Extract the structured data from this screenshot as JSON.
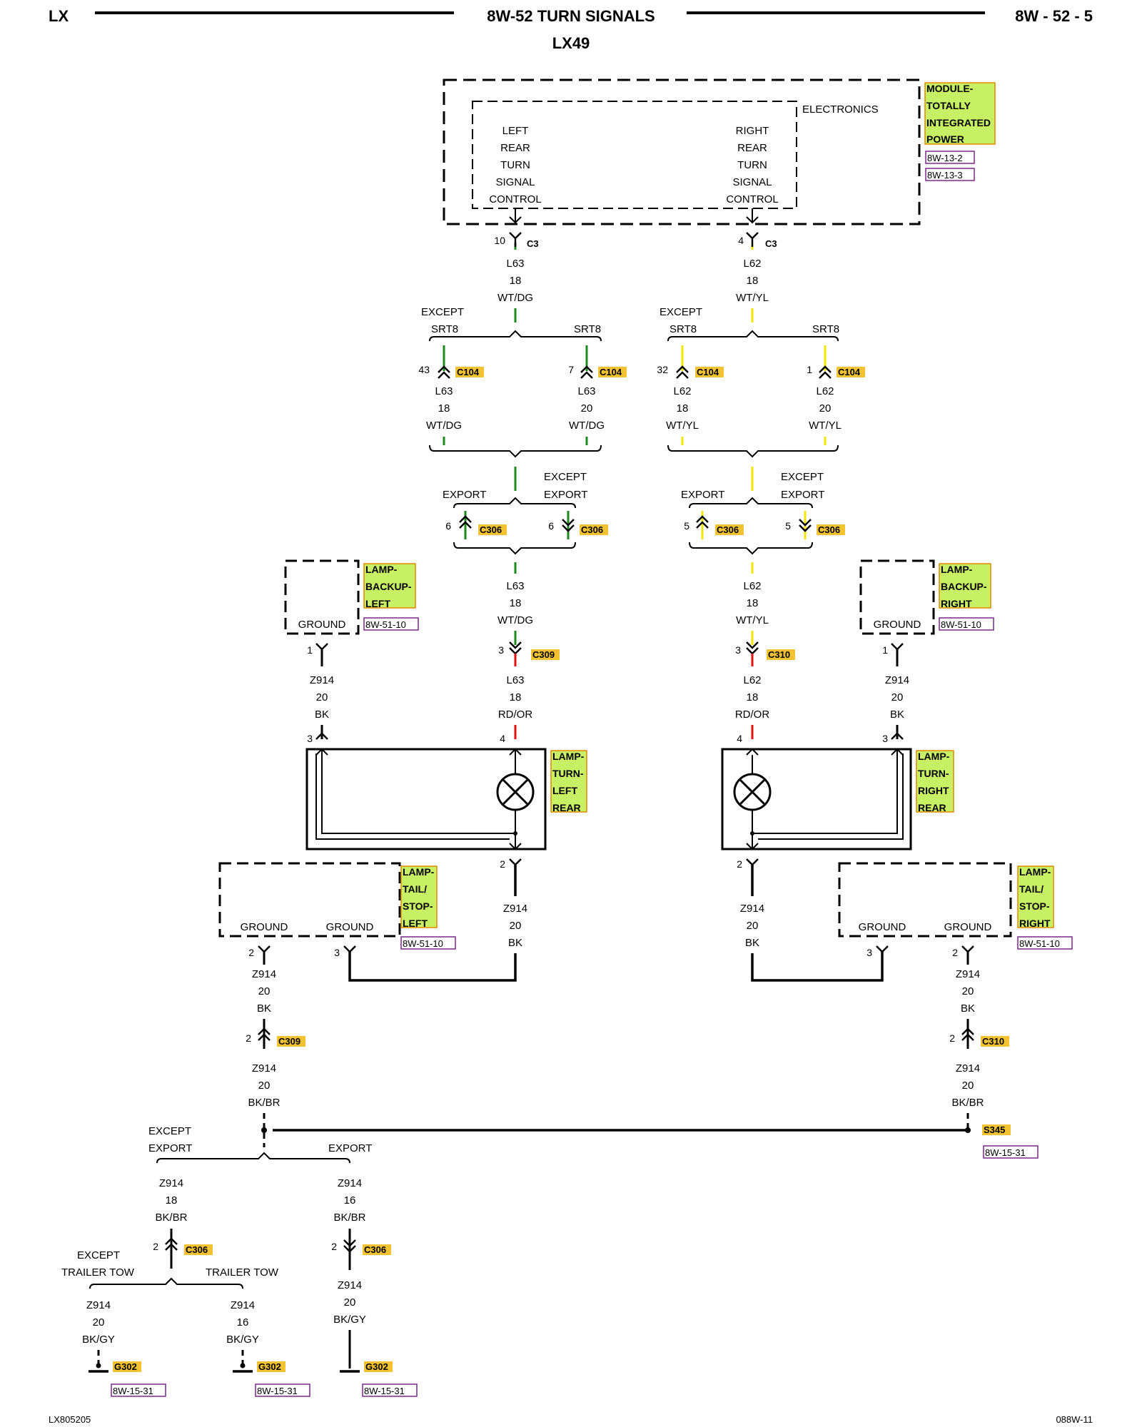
{
  "header": {
    "left": "LX",
    "title": "8W-52 TURN SIGNALS",
    "subtitle": "LX49",
    "page": "8W - 52 - 5"
  },
  "module": {
    "electronics": "ELECTRONICS",
    "left_control": [
      "LEFT",
      "REAR",
      "TURN",
      "SIGNAL",
      "CONTROL"
    ],
    "right_control": [
      "RIGHT",
      "REAR",
      "TURN",
      "SIGNAL",
      "CONTROL"
    ],
    "tag": [
      "MODULE-",
      "TOTALLY",
      "INTEGRATED",
      "POWER"
    ],
    "refs": [
      "8W-13-2",
      "8W-13-3"
    ]
  },
  "left_chain": {
    "pin_c3": "10",
    "c3": "C3",
    "w1": [
      "L63",
      "18",
      "WT/DG"
    ],
    "except": "EXCEPT",
    "srt8a": "SRT8",
    "srt8b": "SRT8",
    "pin_a": "43",
    "pin_b": "7",
    "c104a": "C104",
    "c104b": "C104",
    "wa": [
      "L63",
      "18",
      "WT/DG"
    ],
    "wb": [
      "L63",
      "20",
      "WT/DG"
    ],
    "export": "EXPORT",
    "except_export": [
      "EXCEPT",
      "EXPORT"
    ],
    "pin_e1": "6",
    "pin_e2": "6",
    "c306a": "C306",
    "c306b": "C306",
    "w2": [
      "L63",
      "18",
      "WT/DG"
    ],
    "pin_c309": "3",
    "c309": "C309",
    "w3": [
      "L63",
      "18",
      "RD/OR"
    ],
    "lamp_pin_in": "4",
    "lamp_pin_out": "2",
    "w4": [
      "Z914",
      "20",
      "BK"
    ]
  },
  "right_chain": {
    "pin_c3": "4",
    "c3": "C3",
    "w1": [
      "L62",
      "18",
      "WT/YL"
    ],
    "except": "EXCEPT",
    "srt8a": "SRT8",
    "srt8b": "SRT8",
    "pin_a": "32",
    "pin_b": "1",
    "c104a": "C104",
    "c104b": "C104",
    "wa": [
      "L62",
      "18",
      "WT/YL"
    ],
    "wb": [
      "L62",
      "20",
      "WT/YL"
    ],
    "export": "EXPORT",
    "except_export": [
      "EXCEPT",
      "EXPORT"
    ],
    "pin_e1": "5",
    "pin_e2": "5",
    "c306a": "C306",
    "c306b": "C306",
    "w2": [
      "L62",
      "18",
      "WT/YL"
    ],
    "pin_c310": "3",
    "c310": "C310",
    "w3": [
      "L62",
      "18",
      "RD/OR"
    ],
    "lamp_pin_in": "4",
    "lamp_pin_out": "2",
    "w4": [
      "Z914",
      "20",
      "BK"
    ]
  },
  "backup_left": {
    "ground": "GROUND",
    "tag": [
      "LAMP-",
      "BACKUP-",
      "LEFT"
    ],
    "ref": "8W-51-10",
    "pin": "1",
    "wire": [
      "Z914",
      "20",
      "BK"
    ],
    "lamp_pin": "3"
  },
  "backup_right": {
    "ground": "GROUND",
    "tag": [
      "LAMP-",
      "BACKUP-",
      "RIGHT"
    ],
    "ref": "8W-51-10",
    "pin": "1",
    "wire": [
      "Z914",
      "20",
      "BK"
    ],
    "lamp_pin": "3"
  },
  "turn_left_tag": [
    "LAMP-",
    "TURN-",
    "LEFT",
    "REAR"
  ],
  "turn_right_tag": [
    "LAMP-",
    "TURN-",
    "RIGHT",
    "REAR"
  ],
  "tail_left": {
    "ground1": "GROUND",
    "ground2": "GROUND",
    "tag": [
      "LAMP-",
      "TAIL/",
      "STOP-",
      "LEFT"
    ],
    "ref": "8W-51-10",
    "pin2": "2",
    "pin3": "3"
  },
  "tail_right": {
    "ground1": "GROUND",
    "ground2": "GROUND",
    "tag": [
      "LAMP-",
      "TAIL/",
      "STOP-",
      "RIGHT"
    ],
    "ref": "8W-51-10",
    "pin2": "2",
    "pin3": "3"
  },
  "ground_left": {
    "w1": [
      "Z914",
      "20",
      "BK"
    ],
    "pin": "2",
    "c309": "C309",
    "w2": [
      "Z914",
      "20",
      "BK/BR"
    ],
    "except_export": [
      "EXCEPT",
      "EXPORT"
    ],
    "export": "EXPORT",
    "wa": [
      "Z914",
      "18",
      "BK/BR"
    ],
    "wb": [
      "Z914",
      "16",
      "BK/BR"
    ],
    "pin_a": "2",
    "pin_b": "2",
    "c306a": "C306",
    "c306b": "C306",
    "except_tt": [
      "EXCEPT",
      "TRAILER TOW"
    ],
    "tt": "TRAILER TOW",
    "wc": [
      "Z914",
      "20",
      "BK/GY"
    ],
    "wd": [
      "Z914",
      "16",
      "BK/GY"
    ],
    "we": [
      "Z914",
      "20",
      "BK/GY"
    ],
    "g302": "G302",
    "ref": "8W-15-31"
  },
  "ground_right": {
    "w1": [
      "Z914",
      "20",
      "BK"
    ],
    "pin": "2",
    "c310": "C310",
    "w2": [
      "Z914",
      "20",
      "BK/BR"
    ],
    "s345": "S345",
    "ref": "8W-15-31"
  },
  "footer": {
    "left": "LX805205",
    "right": "088W-11"
  },
  "colors": {
    "green": "#1f8a1f",
    "yellow": "#f2e600",
    "red": "#e01010",
    "tag_fill": "#c8f064",
    "tag_border": "#e08a00",
    "conn_fill": "#f2c230",
    "ref_border": "#7a2a8a"
  }
}
